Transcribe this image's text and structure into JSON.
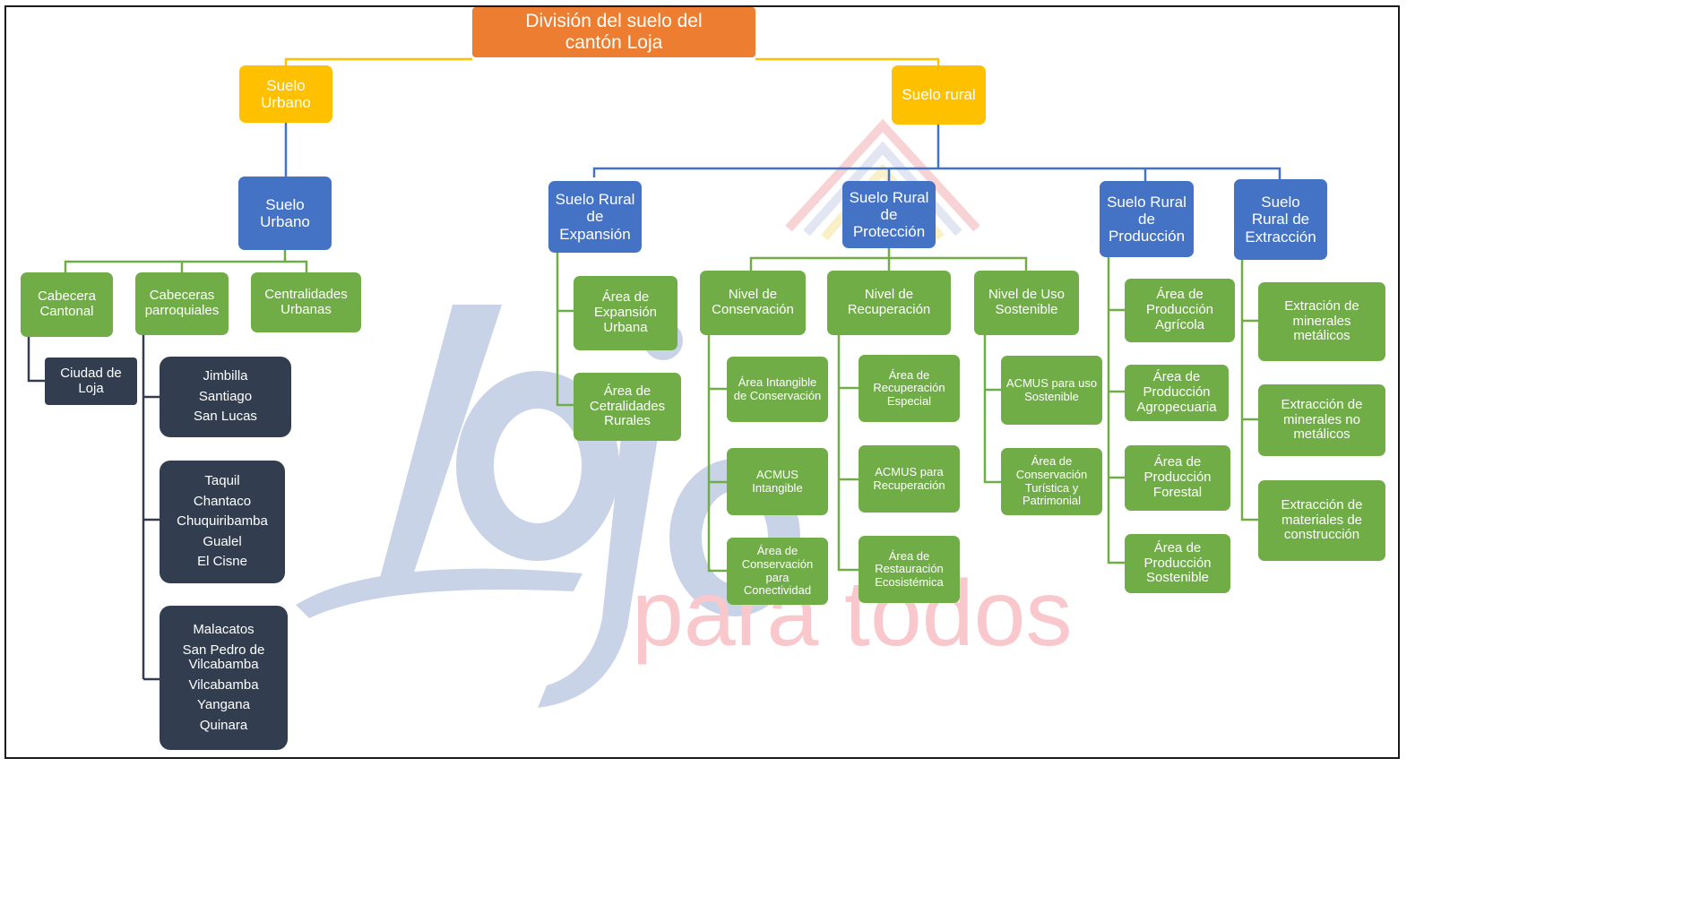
{
  "watermark": {
    "logo_word": "Loja",
    "tagline": "para todos",
    "logo_color": "#c9d3e8",
    "tagline_color": "#f8c8cc"
  },
  "colors": {
    "root": "#ed7d31",
    "level1": "#ffc000",
    "level2": "#4472c4",
    "level3": "#70ad47",
    "level4": "#323e4f",
    "line_blue": "#4472c4",
    "line_green": "#70ad47",
    "line_yellow": "#ffc000"
  },
  "root": {
    "title": "División del suelo del cantón Loja"
  },
  "urbano": {
    "label": "Suelo Urbano",
    "child_label": "Suelo Urbano",
    "cabecera_cantonal": {
      "label": "Cabecera Cantonal",
      "child": "Ciudad de Loja"
    },
    "cabeceras_parroquiales": {
      "label": "Cabeceras parroquiales",
      "groups": [
        [
          "Jimbilla",
          "Santiago",
          "San Lucas"
        ],
        [
          "Taquil",
          "Chantaco",
          "Chuquiribamba",
          "Gualel",
          "El Cisne"
        ],
        [
          "Malacatos",
          "San  Pedro de Vilcabamba",
          "Vilcabamba",
          "Yangana",
          "Quinara"
        ]
      ]
    },
    "centralidades": {
      "label": "Centralidades Urbanas"
    }
  },
  "rural": {
    "label": "Suelo rural",
    "expansion": {
      "label": "Suelo Rural de Expansión",
      "items": [
        "Área de Expansión Urbana",
        "Área de Cetralidades Rurales"
      ]
    },
    "proteccion": {
      "label": "Suelo Rural de Protección",
      "niveles": [
        {
          "label": "Nivel de Conservación",
          "items": [
            "Área Intangible de Conservación",
            "ACMUS Intangible",
            "Área de Conservación para Conectividad"
          ]
        },
        {
          "label": "Nivel de Recuperación",
          "items": [
            "Área de Recuperación Especial",
            "ACMUS para Recuperación",
            "Área de Restauración Ecosistémica"
          ]
        },
        {
          "label": "Nivel de Uso Sostenible",
          "items": [
            "ACMUS para uso Sostenible",
            "Área de Conservación Turística y Patrimonial"
          ]
        }
      ]
    },
    "produccion": {
      "label": "Suelo Rural de Producción",
      "items": [
        "Área de Producción Agrícola",
        "Área de Producción Agropecuaria",
        "Área de Producción Forestal",
        "Área de Producción Sostenible"
      ]
    },
    "extraccion": {
      "label": "Suelo Rural de Extracción",
      "items": [
        "Extración de minerales metálicos",
        "Extracción de minerales no metálicos",
        "Extracción de materiales de construcción"
      ]
    }
  }
}
